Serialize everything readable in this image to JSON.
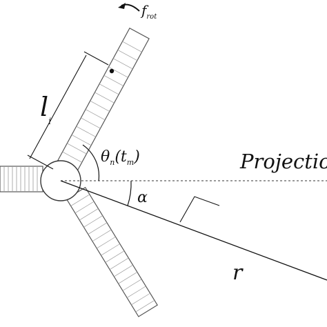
{
  "labels": {
    "f_rot": "f",
    "f_rot_sub": "rot",
    "l_i": "l",
    "l_i_sub": "i",
    "theta": "θ",
    "theta_sub": "n",
    "theta_arg": "(t",
    "theta_arg_sub": "m",
    "theta_arg_close": ")",
    "projection": "Projection",
    "alpha": "α",
    "r": "r"
  },
  "colors": {
    "ink": "#111111",
    "blade_fill": "#ffffff",
    "blade_stroke": "#555555",
    "segment": "#9a9a9a",
    "background": "#ffffff"
  },
  "icons": {
    "rotation_arrow": "curved-arrow-icon"
  }
}
